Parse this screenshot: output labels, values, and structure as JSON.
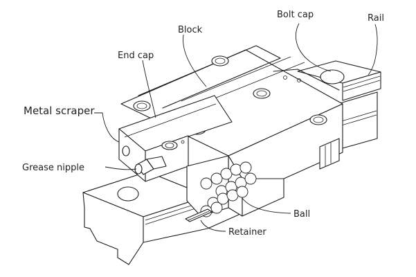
{
  "diagram": {
    "labels": {
      "bolt_cap": "Bolt cap",
      "rail": "Rail",
      "block": "Block",
      "end_cap": "End cap",
      "metal_scraper": "Metal scraper",
      "grease_nipple": "Grease nipple",
      "ball": "Ball",
      "retainer": "Retainer"
    }
  }
}
